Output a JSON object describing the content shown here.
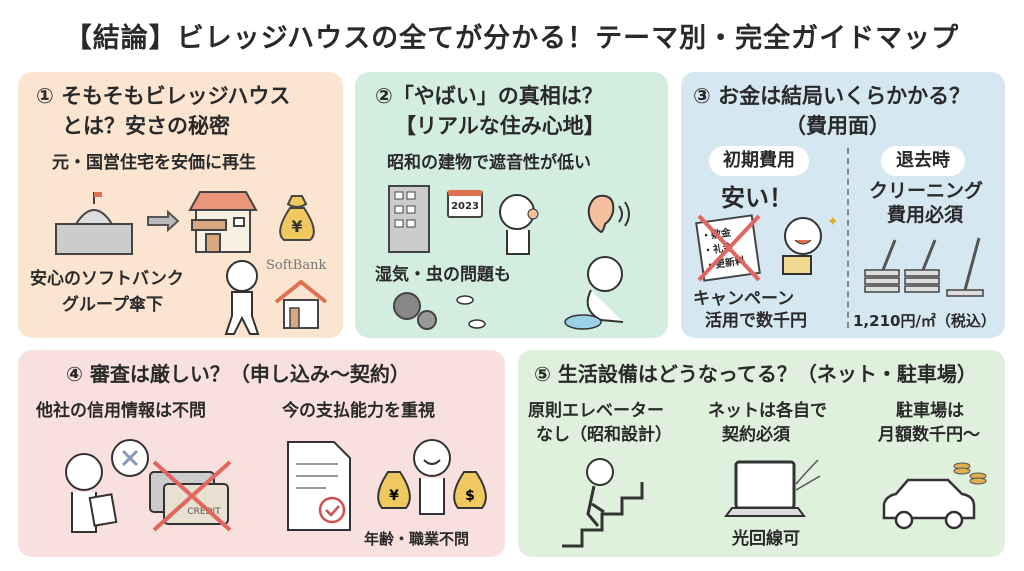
{
  "title": "【結論】ビレッジハウスの全てが分かる！テーマ別・完全ガイドマップ",
  "colors": {
    "box1": "#fbe4d0",
    "box2": "#d4ede1",
    "box3": "#d5e7f0",
    "box4": "#f8e0de",
    "box5": "#dff0dc",
    "cross": "#e0665e"
  },
  "box1": {
    "heading1": "① そもそもビレッジハウス",
    "heading2": "とは？安さの秘密",
    "line1": "元・国営住宅を安価に再生",
    "line2a": "安心のソフトバンク",
    "line2b": "グループ傘下",
    "logo": "SoftBank",
    "icons": [
      "government-building-icon",
      "arrow-right-icon",
      "house-icon",
      "yen-bag-icon",
      "person-icon",
      "home-icon"
    ]
  },
  "box2": {
    "heading1": "②「やばい」の真相は？",
    "heading2": "【リアルな住み心地】",
    "line1": "昭和の建物で遮音性が低い",
    "calendar": "2023",
    "line2": "湿気・虫の問題も",
    "icons": [
      "apartment-building-icon",
      "calendar-icon",
      "person-covering-ears-icon",
      "ear-icon",
      "mold-icon",
      "bug-icon",
      "person-wiping-icon"
    ]
  },
  "box3": {
    "heading1": "③ お金は結局いくらかかる？",
    "heading2": "（費用面）",
    "left": {
      "pill": "初期費用",
      "big": "安い！",
      "doc": [
        "・敷金",
        "・礼金",
        "・更新料"
      ],
      "note1": "キャンペーン",
      "note2": "活用で数千円"
    },
    "right": {
      "pill": "退去時",
      "line1": "クリーニング",
      "line2": "費用必須",
      "price": "1,210円/㎡（税込）"
    }
  },
  "box4": {
    "heading": "④ 審査は厳しい？（申し込み〜契約）",
    "left": "他社の信用情報は不問",
    "right": "今の支払能力を重視",
    "card": "CREDIT",
    "note": "年齢・職業不問"
  },
  "box5": {
    "heading": "⑤ 生活設備はどうなってる？（ネット・駐車場）",
    "c1a": "原則エレベーター",
    "c1b": "なし（昭和設計）",
    "c2a": "ネットは各自で",
    "c2b": "契約必須",
    "c2c": "光回線可",
    "c3a": "駐車場は",
    "c3b": "月額数千円〜"
  }
}
